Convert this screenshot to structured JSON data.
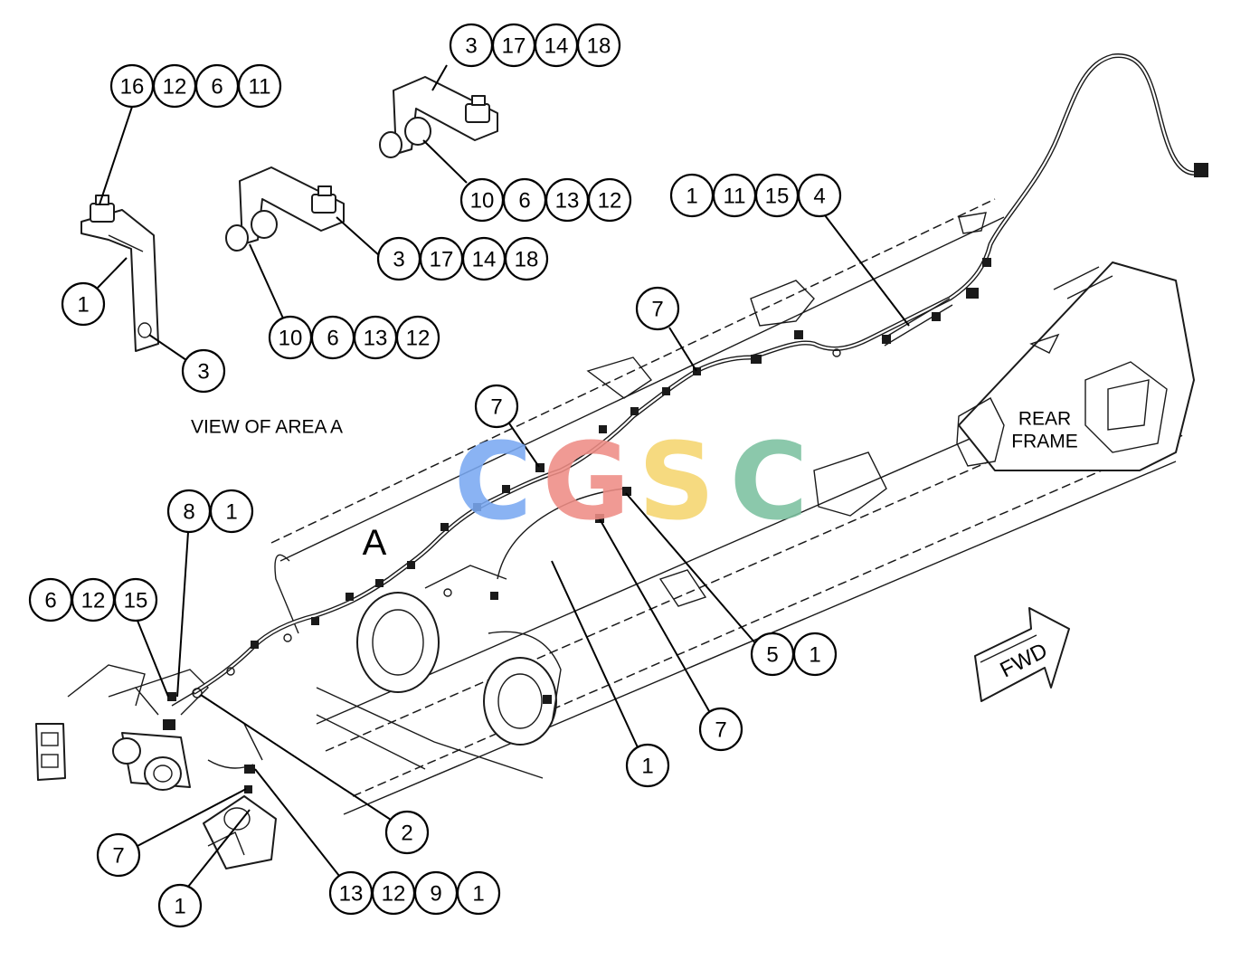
{
  "view_title": "VIEW OF AREA A",
  "area_label": "A",
  "frame_label_line1": "REAR",
  "frame_label_line2": "FRAME",
  "direction_arrow": "FWD",
  "watermark": {
    "letters": [
      "C",
      "G",
      "S",
      "C"
    ],
    "colors": [
      "#7aa9f2",
      "#ef8d86",
      "#f5d66f",
      "#7cc1a0"
    ]
  },
  "callouts": [
    {
      "numbers": [
        "16",
        "12",
        "6",
        "11"
      ]
    },
    {
      "numbers": [
        "3",
        "17",
        "14",
        "18"
      ]
    },
    {
      "numbers": [
        "10",
        "6",
        "13",
        "12"
      ]
    },
    {
      "numbers": [
        "3",
        "17",
        "14",
        "18"
      ]
    },
    {
      "numbers": [
        "10",
        "6",
        "13",
        "12"
      ]
    },
    {
      "numbers": [
        "1",
        "11",
        "15",
        "4"
      ]
    },
    {
      "numbers": [
        "1"
      ]
    },
    {
      "numbers": [
        "3"
      ]
    },
    {
      "numbers": [
        "7"
      ]
    },
    {
      "numbers": [
        "7"
      ]
    },
    {
      "numbers": [
        "8",
        "1"
      ]
    },
    {
      "numbers": [
        "6",
        "12",
        "15"
      ]
    },
    {
      "numbers": [
        "5",
        "1"
      ]
    },
    {
      "numbers": [
        "7"
      ]
    },
    {
      "numbers": [
        "1"
      ]
    },
    {
      "numbers": [
        "2"
      ]
    },
    {
      "numbers": [
        "7"
      ]
    },
    {
      "numbers": [
        "1"
      ]
    },
    {
      "numbers": [
        "13",
        "12",
        "9",
        "1"
      ]
    }
  ]
}
